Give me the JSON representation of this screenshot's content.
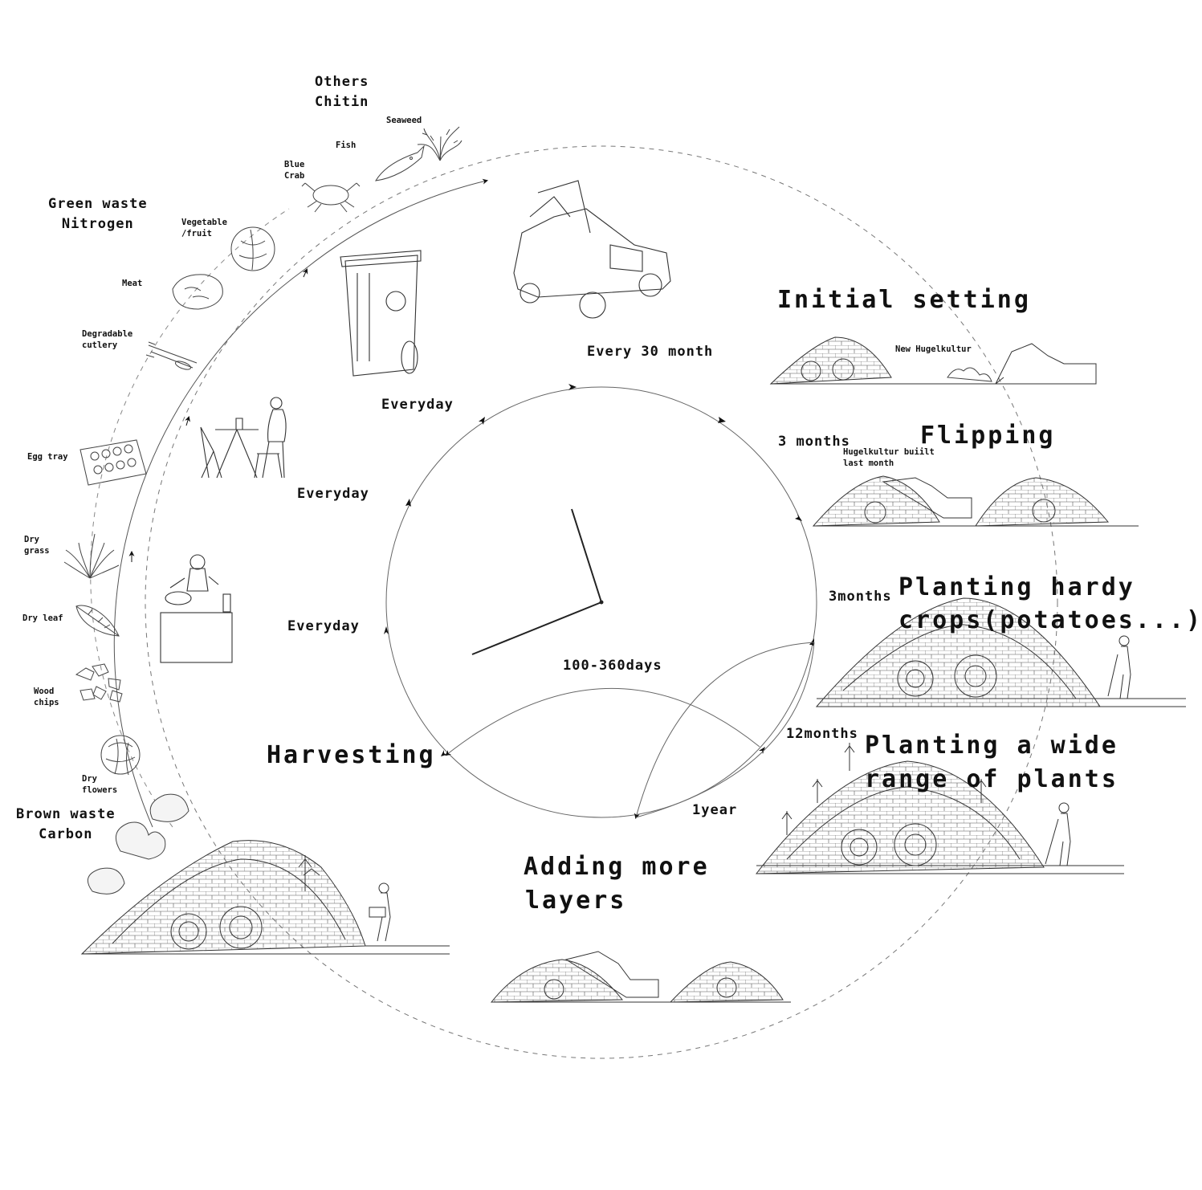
{
  "categories": {
    "others": "Others\nChitin",
    "green": "Green waste\nNitrogen",
    "brown": "Brown waste\nCarbon"
  },
  "items": {
    "seaweed": "Seaweed",
    "fish": "Fish",
    "blue_crab": "Blue\nCrab",
    "vegetable": "Vegetable\n/fruit",
    "meat": "Meat",
    "cutlery": "Degradable\ncutlery",
    "egg_tray": "Egg tray",
    "dry_grass": "Dry\ngrass",
    "dry_leaf": "Dry leaf",
    "wood_chips": "Wood\nchips",
    "dry_flowers": "Dry\nflowers"
  },
  "durations": {
    "every_30_month": "Every 30 month",
    "everyday_bin": "Everyday",
    "everyday_cafe": "Everyday",
    "everyday_kitchen": "Everyday",
    "three_months_a": "3 months",
    "three_months_b": "3months",
    "twelve_months": "12months",
    "one_year": "1year",
    "cycle": "100-360days"
  },
  "stages": {
    "initial": "Initial setting",
    "new_hugel": "New Hugelkultur",
    "flipping": "Flipping",
    "hugel_last": "Hugelkultur buiilt\nlast month",
    "hardy_1": "Planting hardy",
    "hardy_2": "crops(potatoes...)",
    "wide_1": "Planting a wide",
    "wide_2": "range of plants",
    "adding_1": "Adding more",
    "adding_2": "layers",
    "harvesting": "Harvesting"
  }
}
